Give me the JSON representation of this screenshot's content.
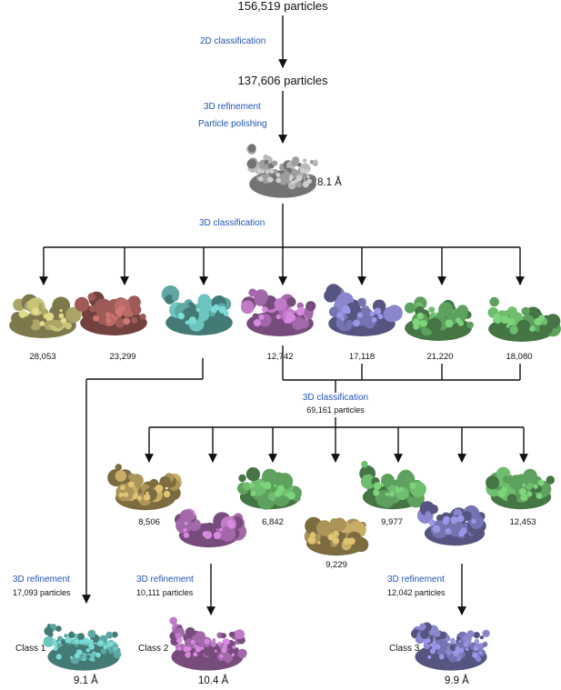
{
  "palette": {
    "yellow": "#c9c37a",
    "rose": "#b96a66",
    "teal": "#6ec4bf",
    "magenta": "#c07ac8",
    "purple": "#8a87cf",
    "green": "#6fbd6f",
    "gold": "#c9ae68",
    "gray": "#b9b9b9",
    "arrow": "#111111",
    "step_text": "#2255b8"
  },
  "counts": {
    "initial": "156,519 particles",
    "after_2d": "137,606 particles"
  },
  "steps": {
    "classification_2d": "2D classification",
    "refinement_3d": "3D refinement",
    "polishing": "Particle polishing",
    "classification_3d_1": "3D classification",
    "classification_3d_2": "3D classification",
    "classification_3d_2_particles": "69,161 particles"
  },
  "consensus": {
    "icon": "gray-density-map-icon",
    "resolution": "8.1 Å"
  },
  "first_round_classes": [
    {
      "color": "yellow",
      "count": "28,053"
    },
    {
      "color": "rose",
      "count": "23,299"
    },
    {
      "color": "teal",
      "count": ""
    },
    {
      "color": "magenta",
      "count": "12,742"
    },
    {
      "color": "purple",
      "count": "17,118"
    },
    {
      "color": "green",
      "count": "21,220"
    },
    {
      "color": "green",
      "count": "18,080"
    }
  ],
  "second_round_classes": [
    {
      "color": "gold",
      "count": "8,506"
    },
    {
      "color": "magenta",
      "count": ""
    },
    {
      "color": "green",
      "count": "6,842"
    },
    {
      "color": "gold",
      "count": "9,229"
    },
    {
      "color": "green",
      "count": "9,977"
    },
    {
      "color": "purple",
      "count": ""
    },
    {
      "color": "green",
      "count": "12,453"
    }
  ],
  "refinements": [
    {
      "label": "3D refinement",
      "particles": "17,093 particles",
      "class_label": "Class 1",
      "resolution": "9.1 Å",
      "color": "teal"
    },
    {
      "label": "3D refinement",
      "particles": "10,111 particles",
      "class_label": "Class 2",
      "resolution": "10.4 Å",
      "color": "magenta"
    },
    {
      "label": "3D refinement",
      "particles": "12,042 particles",
      "class_label": "Class 3",
      "resolution": "9.9 Å",
      "color": "purple"
    }
  ]
}
